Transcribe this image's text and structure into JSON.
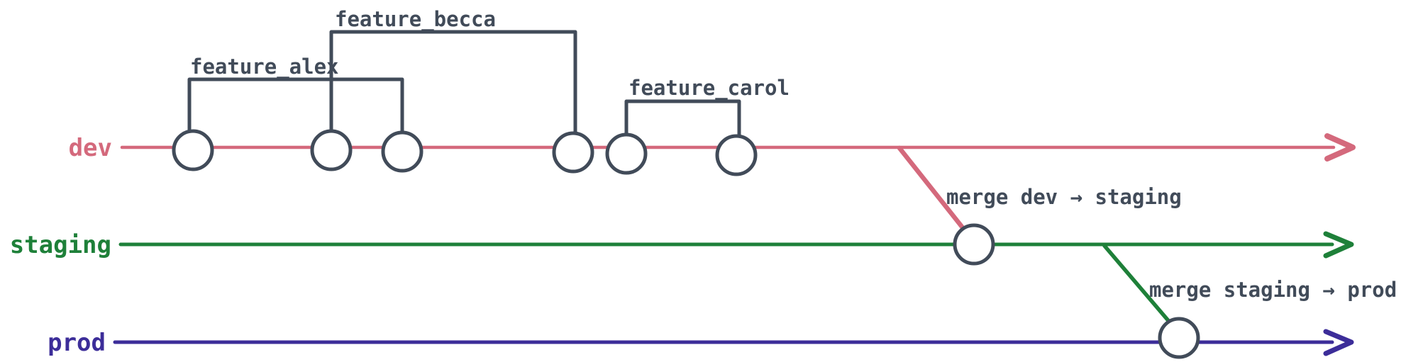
{
  "colors": {
    "dev": "#d4697c",
    "staging": "#1e8039",
    "prod": "#3c2d99",
    "slate": "#414b59",
    "text": "#414b59",
    "commit_fill": "#ffffff"
  },
  "branches": {
    "dev": {
      "label": "dev"
    },
    "staging": {
      "label": "staging"
    },
    "prod": {
      "label": "prod"
    }
  },
  "features": {
    "alex": {
      "label": "feature_alex"
    },
    "becca": {
      "label": "feature_becca"
    },
    "carol": {
      "label": "feature_carol"
    }
  },
  "merges": {
    "dev_to_staging": {
      "label": "merge dev → staging"
    },
    "staging_to_prod": {
      "label": "merge staging → prod"
    }
  }
}
